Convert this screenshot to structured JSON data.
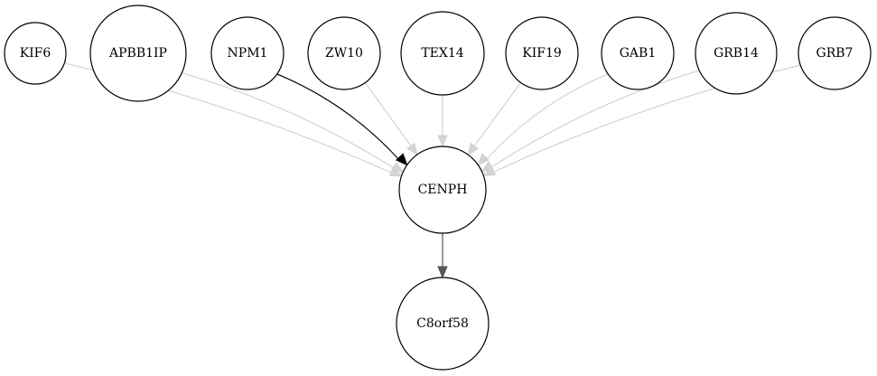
{
  "nodes": [
    {
      "id": "KIF6",
      "label": "KIF6"
    },
    {
      "id": "APBB1IP",
      "label": "APBB1IP"
    },
    {
      "id": "NPM1",
      "label": "NPM1"
    },
    {
      "id": "ZW10",
      "label": "ZW10"
    },
    {
      "id": "TEX14",
      "label": "TEX14"
    },
    {
      "id": "KIF19",
      "label": "KIF19"
    },
    {
      "id": "GAB1",
      "label": "GAB1"
    },
    {
      "id": "GRB14",
      "label": "GRB14"
    },
    {
      "id": "GRB7",
      "label": "GRB7"
    },
    {
      "id": "CENPH",
      "label": "CENPH"
    },
    {
      "id": "C8orf58",
      "label": "C8orf58"
    }
  ],
  "edges": [
    {
      "from": "KIF6",
      "to": "CENPH",
      "color": "#d3d3d3"
    },
    {
      "from": "APBB1IP",
      "to": "CENPH",
      "color": "#d3d3d3"
    },
    {
      "from": "NPM1",
      "to": "CENPH",
      "color": "#000000"
    },
    {
      "from": "ZW10",
      "to": "CENPH",
      "color": "#d3d3d3"
    },
    {
      "from": "TEX14",
      "to": "CENPH",
      "color": "#d3d3d3"
    },
    {
      "from": "KIF19",
      "to": "CENPH",
      "color": "#d3d3d3"
    },
    {
      "from": "GAB1",
      "to": "CENPH",
      "color": "#d3d3d3"
    },
    {
      "from": "GRB14",
      "to": "CENPH",
      "color": "#d3d3d3"
    },
    {
      "from": "GRB7",
      "to": "CENPH",
      "color": "#d3d3d3"
    },
    {
      "from": "CENPH",
      "to": "C8orf58",
      "color": "#555555"
    }
  ]
}
